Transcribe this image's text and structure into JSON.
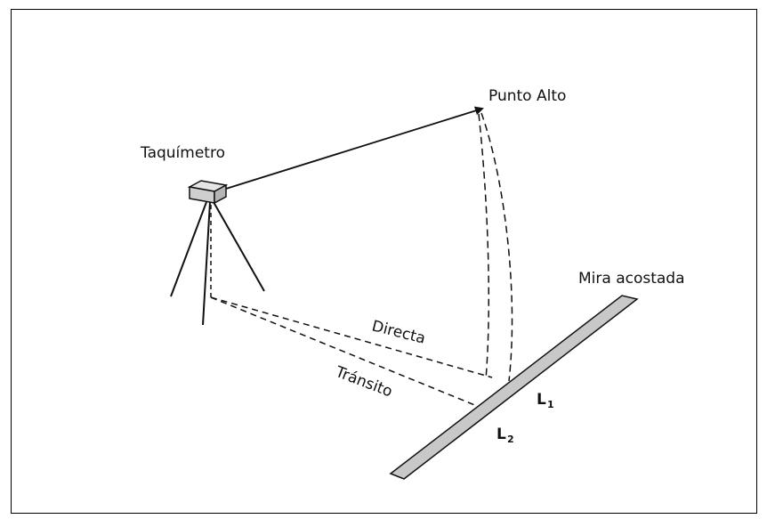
{
  "labels": {
    "taquimetro": "Taquímetro",
    "punto_alto": "Punto Alto",
    "mira_acostada": "Mira acostada",
    "directa": "Directa",
    "transito": "Tránsito",
    "l1_letter": "L",
    "l1_sub": "1",
    "l2_letter": "L",
    "l2_sub": "2"
  },
  "colors": {
    "line": "#111111",
    "mira_fill": "#c8c8c8",
    "instrument_fill": "#d4d4d4"
  }
}
